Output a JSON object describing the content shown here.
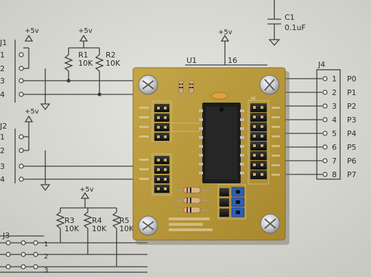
{
  "schematic": {
    "c1_name": "C1",
    "c1_value": "0.1uF",
    "u1_name": "U1",
    "u1_pin": "16",
    "supply_label": "+5v",
    "j1": {
      "name": "J1",
      "pins": [
        "1",
        "2",
        "3",
        "4"
      ]
    },
    "j2": {
      "name": "J2",
      "pins": [
        "1",
        "2",
        "3",
        "4"
      ]
    },
    "j3": {
      "name": "J3",
      "pins": [
        "1",
        "2",
        "3"
      ]
    },
    "r1": {
      "name": "R1",
      "value": "10K"
    },
    "r2": {
      "name": "R2",
      "value": "10K"
    },
    "r3": {
      "name": "R3",
      "value": "10K"
    },
    "r4": {
      "name": "R4",
      "value": "10K"
    },
    "r5": {
      "name": "R5",
      "value": "10K"
    },
    "j4": {
      "name": "J4",
      "pins": [
        "1",
        "2",
        "3",
        "4",
        "5",
        "6",
        "7",
        "8"
      ],
      "ports": [
        "P0",
        "P1",
        "P2",
        "P3",
        "P4",
        "P5",
        "P6",
        "P7"
      ]
    }
  },
  "board": {
    "header_label": "J4"
  },
  "colors": {
    "paper": "#dcdcd6",
    "pcb": "#b89a3a",
    "silkscreen": "#e9e2c0",
    "chip": "#1c1c1c",
    "jumper": "#2b5fb8"
  }
}
